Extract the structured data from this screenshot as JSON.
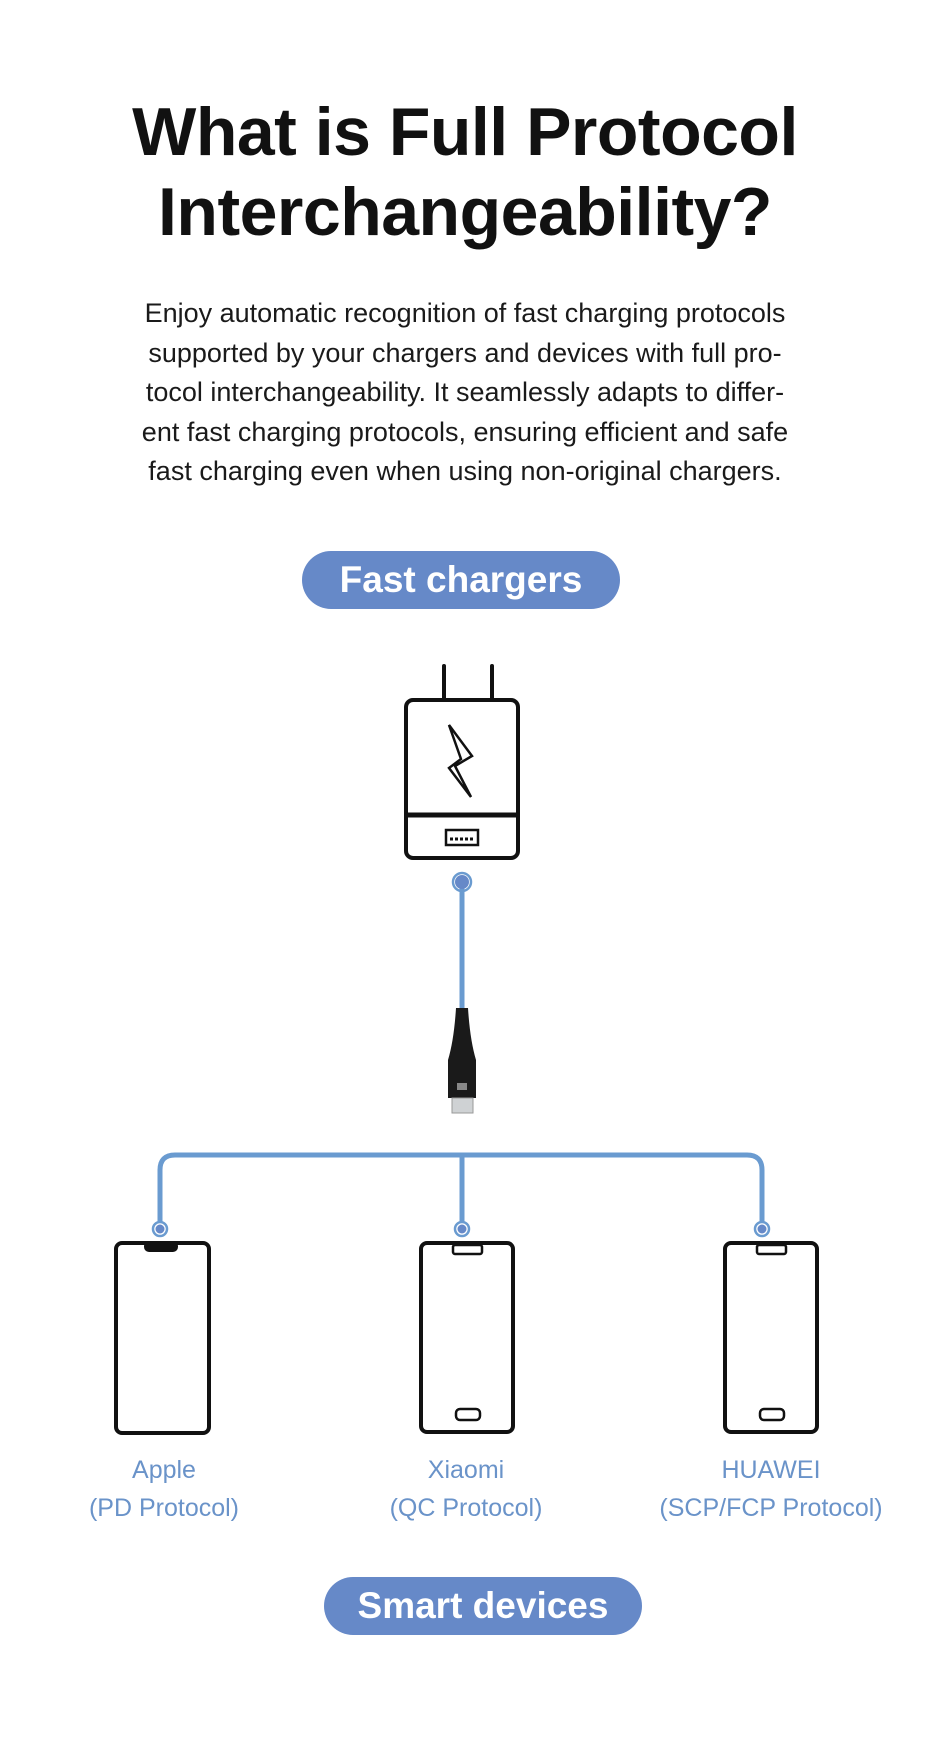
{
  "title": {
    "line1": "What is Full Protocol",
    "line2": "Interchangeability?"
  },
  "description": {
    "lines": [
      "Enjoy automatic recognition of fast charging protocols",
      "supported by your chargers and devices with full pro-",
      "tocol interchangeability. It seamlessly adapts to differ-",
      "ent fast charging protocols, ensuring efficient and safe",
      "fast charging even when using non-original chargers."
    ]
  },
  "chargers_label": "Fast chargers",
  "devices_label": "Smart devices",
  "devices": [
    {
      "name": "Apple",
      "protocol": "(PD Protocol)"
    },
    {
      "name": "Xiaomi",
      "protocol": "(QC Protocol)"
    },
    {
      "name": "HUAWEI",
      "protocol": "(SCP/FCP Protocol)"
    }
  ],
  "colors": {
    "accent": "#6689c8",
    "line": "#6a9bd0",
    "label": "#6a93c9"
  }
}
